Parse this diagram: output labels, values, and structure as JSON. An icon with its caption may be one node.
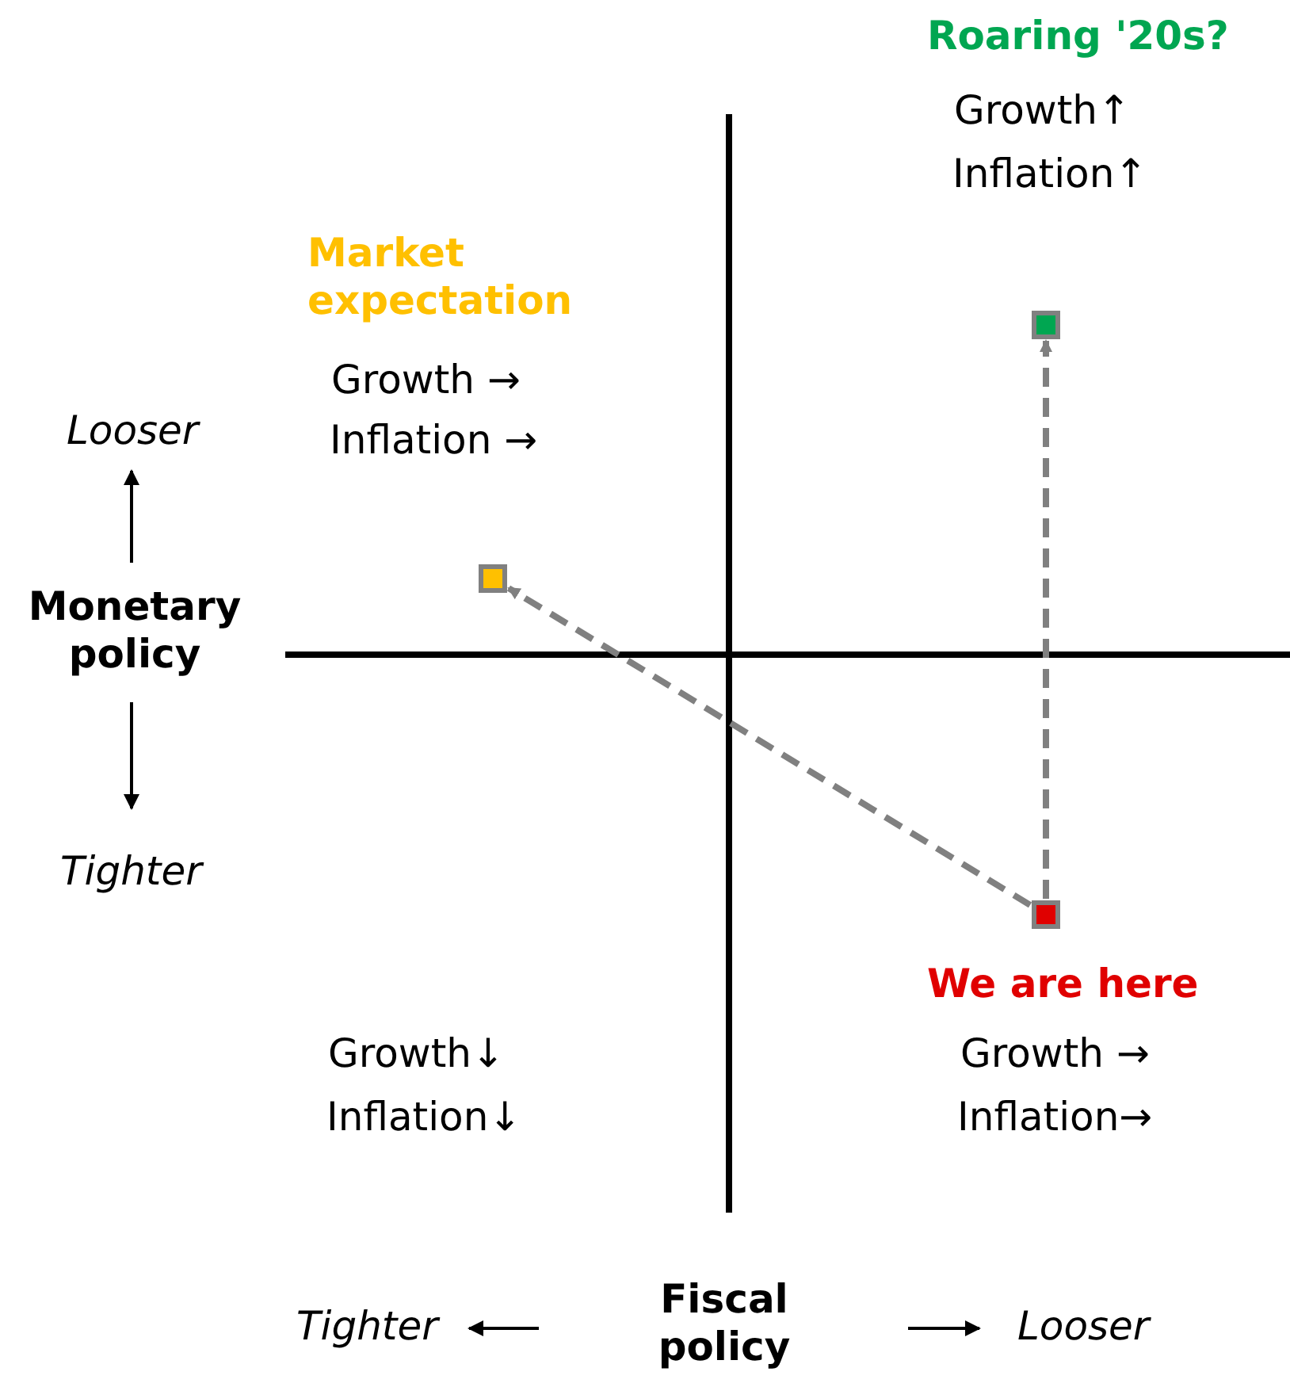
{
  "diagram": {
    "nodes": [
      {
        "text": [],
        "shape": "box"
      },
      {
        "text": [],
        "shape": "box"
      },
      {
        "text": [],
        "shape": "box"
      }
    ],
    "edges": [
      {
        "from": 2,
        "to": 1,
        "arrow": "to",
        "style": "dashed"
      },
      {
        "from": 2,
        "to": 0,
        "arrow": "to",
        "style": "dashed"
      }
    ],
    "labels": [
      "Roaring '20s?",
      "Growth↑",
      "Inflation↑",
      "Market expectation",
      "Growth →",
      "Inflation →",
      "Looser",
      "Monetary policy",
      "Tighter",
      "We are here",
      "Growth →",
      "Inflation→",
      "Growth↓",
      "Inflation↓",
      "Tighter",
      "Fiscal policy",
      "Looser"
    ]
  }
}
